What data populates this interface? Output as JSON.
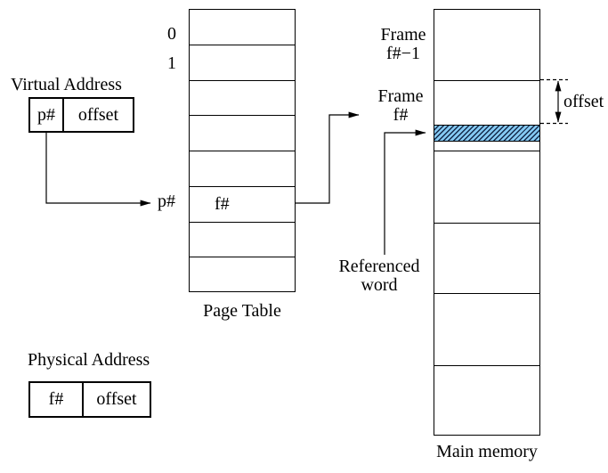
{
  "virtual_address": {
    "title": "Virtual Address",
    "page_number_field": "p#",
    "offset_field": "offset"
  },
  "page_table": {
    "label": "Page Table",
    "index_label_0": "0",
    "index_label_1": "1",
    "lookup_label": "p#",
    "entry_value": "f#",
    "row_count": 8,
    "entry_row_index": 5
  },
  "main_memory": {
    "label": "Main memory",
    "frame_count": 6,
    "frame_minus1_line1": "Frame",
    "frame_minus1_line2": "f#−1",
    "frame_f_line1": "Frame",
    "frame_f_line2": "f#",
    "offset_dim_label": "offset",
    "referenced_line1": "Referenced",
    "referenced_line2": "word"
  },
  "physical_address": {
    "title": "Physical Address",
    "frame_number_field": "f#",
    "offset_field": "offset"
  },
  "colors": {
    "line": "#000000",
    "hatch_background": "#85caf3",
    "hatch_stripe": "#15294a"
  }
}
